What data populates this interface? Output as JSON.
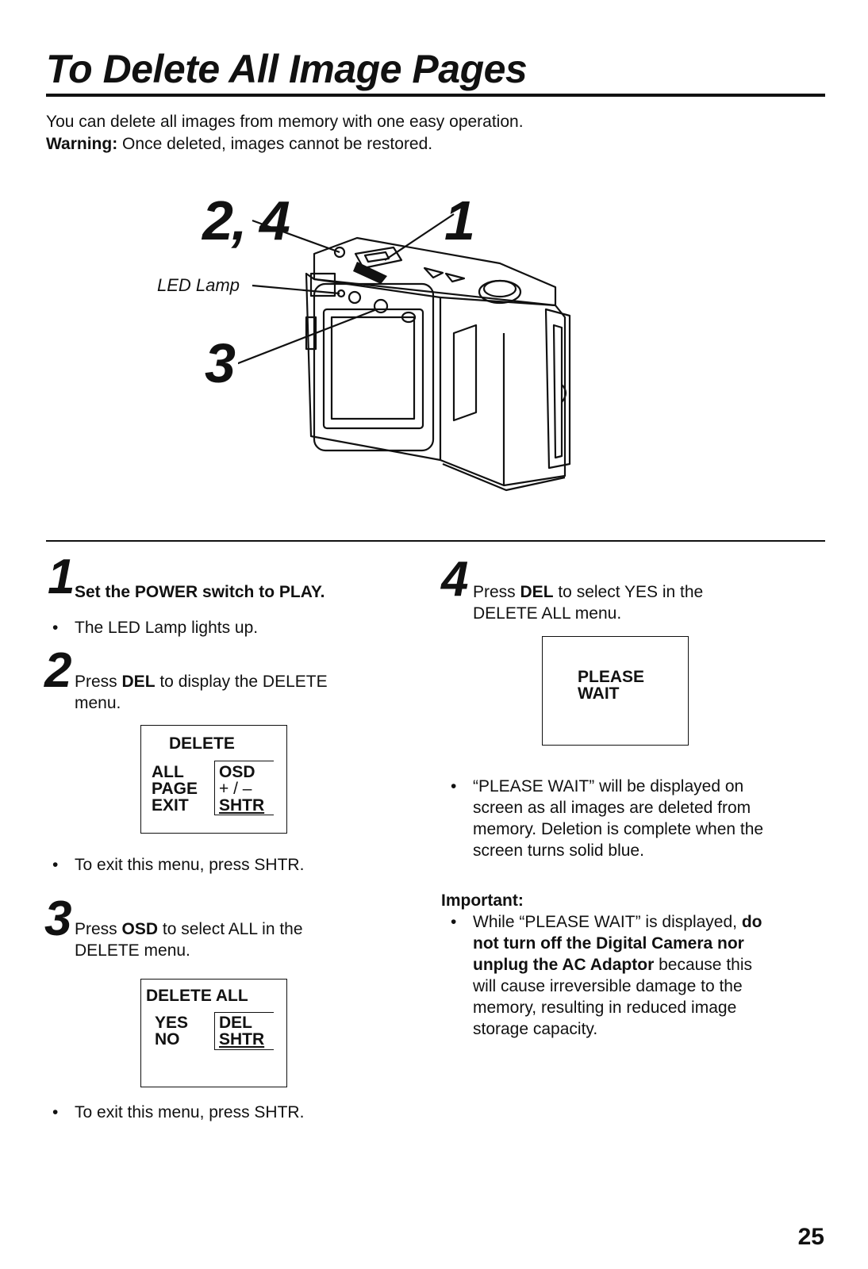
{
  "header": {
    "title": "To Delete All Image Pages",
    "intro_line": "You can delete all images from memory with one easy operation.",
    "warning_label": "Warning:",
    "warning_text": " Once deleted, images cannot be restored."
  },
  "figure": {
    "callout_24": "2, 4",
    "callout_1": "1",
    "callout_3": "3",
    "led_label": "LED Lamp"
  },
  "steps": [
    {
      "number": "1",
      "text_bold": "Set the POWER switch to PLAY.",
      "bullet": "The LED Lamp lights up."
    },
    {
      "number": "2",
      "pre_bold": "Press ",
      "bold": "DEL",
      "rest": " to display the DELETE",
      "rest2": "menu.",
      "screen": {
        "title": "DELETE",
        "rows": [
          {
            "left": "ALL",
            "right": "OSD"
          },
          {
            "left": "PAGE",
            "right": "+ / –"
          },
          {
            "left": "EXIT",
            "right": "SHTR"
          }
        ]
      },
      "bullet": "To exit this menu, press SHTR."
    },
    {
      "number": "3",
      "pre_bold": "Press ",
      "bold": "OSD",
      "rest": " to select ALL in the",
      "rest2": "DELETE menu.",
      "screen": {
        "title": "DELETE ALL",
        "rows": [
          {
            "left": "YES",
            "right": "DEL"
          },
          {
            "left": "NO",
            "right": "SHTR"
          }
        ]
      },
      "bullet": "To exit this menu, press SHTR."
    },
    {
      "number": "4",
      "pre_bold": "Press ",
      "bold": "DEL",
      "rest": " to select YES in the",
      "rest2": "DELETE ALL menu.",
      "screen": {
        "line1": "PLEASE",
        "line2": "WAIT"
      },
      "bullet_lines": [
        "“PLEASE WAIT” will be displayed on",
        "screen as all images are deleted from",
        "memory. Deletion is complete when the",
        "screen turns solid blue."
      ]
    }
  ],
  "important": {
    "label": "Important:",
    "lines": [
      {
        "normal": "While “PLEASE WAIT” is displayed, ",
        "bold": "do"
      },
      {
        "normal": "",
        "bold": "not turn off the Digital Camera nor"
      },
      {
        "normal": " because this",
        "bold": "unplug the AC Adaptor"
      },
      {
        "normal": "will cause irreversible damage to the",
        "bold": ""
      },
      {
        "normal": "memory, resulting in reduced image",
        "bold": ""
      },
      {
        "normal": "storage capacity.",
        "bold": ""
      }
    ]
  },
  "footer": {
    "page_number": "25"
  }
}
